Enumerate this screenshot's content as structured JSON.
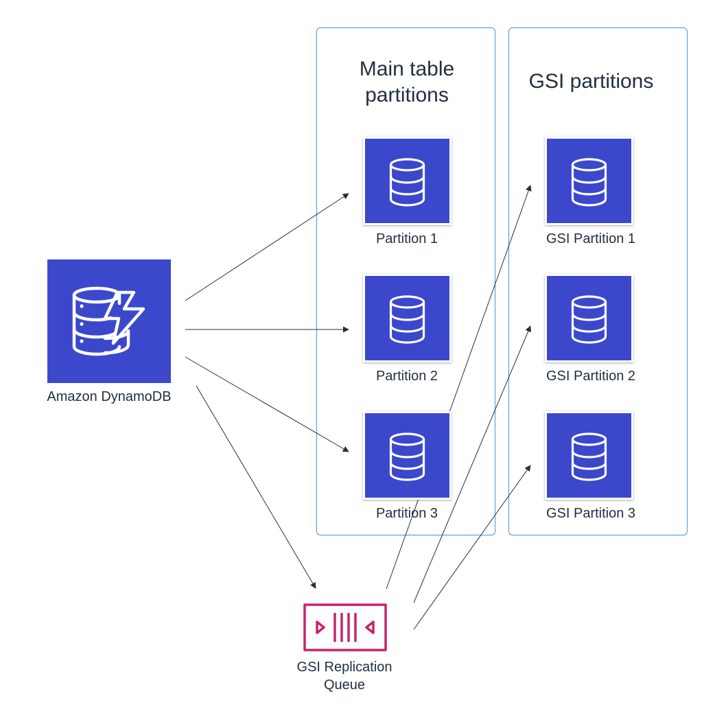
{
  "groups": {
    "main": {
      "title": "Main table partitions"
    },
    "gsi": {
      "title": "GSI partitions"
    }
  },
  "source": {
    "label": "Amazon DynamoDB",
    "icon": "dynamodb-icon"
  },
  "queue": {
    "label_line1": "GSI Replication",
    "label_line2": "Queue",
    "icon": "sqs-queue-icon"
  },
  "main_partitions": [
    {
      "label": "Partition 1",
      "icon": "database-icon"
    },
    {
      "label": "Partition 2",
      "icon": "database-icon"
    },
    {
      "label": "Partition 3",
      "icon": "database-icon"
    }
  ],
  "gsi_partitions": [
    {
      "label": "GSI Partition 1",
      "icon": "database-icon"
    },
    {
      "label": "GSI Partition 2",
      "icon": "database-icon"
    },
    {
      "label": "GSI Partition 3",
      "icon": "database-icon"
    }
  ],
  "colors": {
    "tile_blue": "#3b48cc",
    "queue_pink": "#c7236d",
    "group_border": "#4a90d9",
    "arrow": "#232f3e"
  }
}
